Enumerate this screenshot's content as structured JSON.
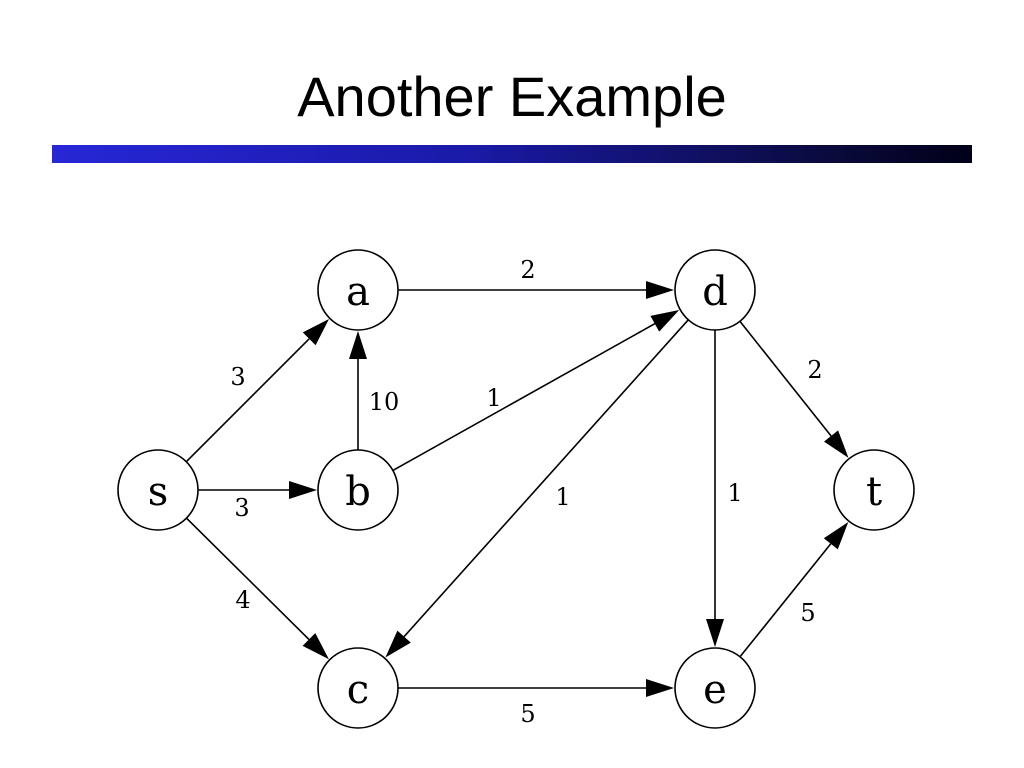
{
  "slide": {
    "title": "Another Example"
  },
  "graph": {
    "nodes": [
      {
        "id": "s",
        "label": "s"
      },
      {
        "id": "a",
        "label": "a"
      },
      {
        "id": "b",
        "label": "b"
      },
      {
        "id": "c",
        "label": "c"
      },
      {
        "id": "d",
        "label": "d"
      },
      {
        "id": "e",
        "label": "e"
      },
      {
        "id": "t",
        "label": "t"
      }
    ],
    "edges": [
      {
        "from": "s",
        "to": "a",
        "weight": "3"
      },
      {
        "from": "s",
        "to": "b",
        "weight": "3"
      },
      {
        "from": "s",
        "to": "c",
        "weight": "4"
      },
      {
        "from": "b",
        "to": "a",
        "weight": "10"
      },
      {
        "from": "a",
        "to": "d",
        "weight": "2"
      },
      {
        "from": "b",
        "to": "d",
        "weight": "1"
      },
      {
        "from": "d",
        "to": "c",
        "weight": "1"
      },
      {
        "from": "d",
        "to": "e",
        "weight": "1"
      },
      {
        "from": "d",
        "to": "t",
        "weight": "2"
      },
      {
        "from": "c",
        "to": "e",
        "weight": "5"
      },
      {
        "from": "e",
        "to": "t",
        "weight": "5"
      }
    ]
  },
  "colors": {
    "rule_start": "#2727d6",
    "rule_end": "#000018"
  }
}
